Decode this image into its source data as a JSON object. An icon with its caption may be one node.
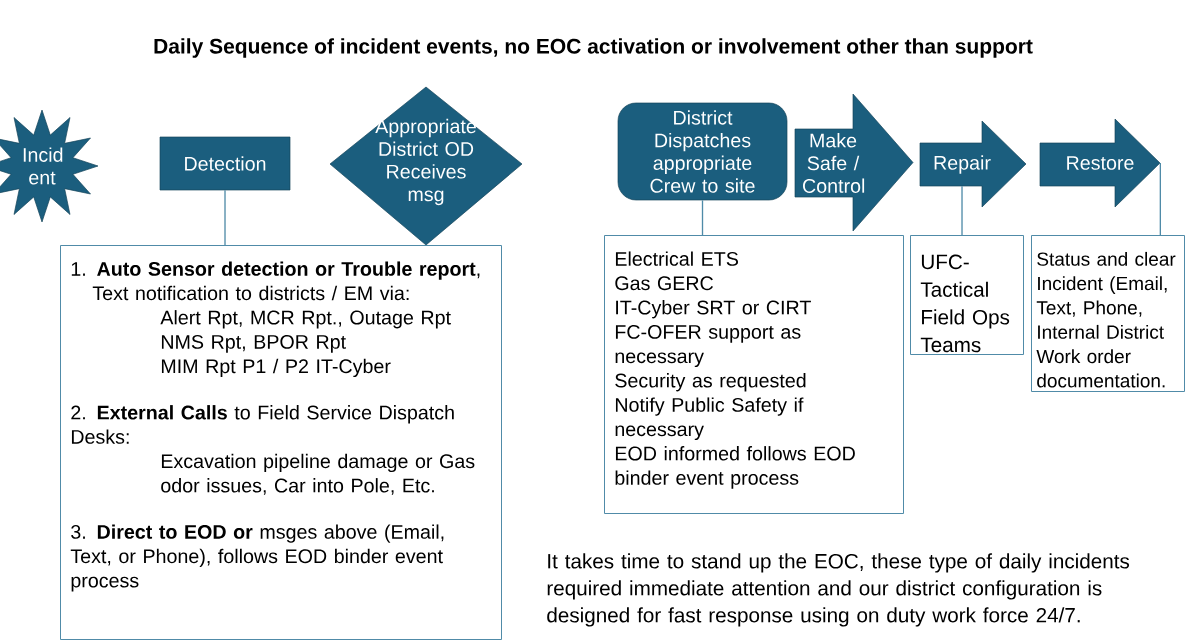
{
  "diagram": {
    "title": "Daily Sequence of incident events, no EOC activation or involvement other than support",
    "nodes": [
      {
        "text": [
          "Incid ent"
        ]
      },
      {
        "text": [
          "Detection"
        ]
      },
      {
        "text": [
          "Appropriate District OD Receives msg"
        ]
      },
      {
        "text": [
          "District Dispatches appropriate Crew to site"
        ]
      },
      {
        "text": [
          "Make Safe / Control"
        ]
      },
      {
        "text": [
          "Repair"
        ]
      },
      {
        "text": [
          "Restore"
        ]
      },
      {
        "text": [
          "1. **Auto Sensor detection or Trouble report**, Text notification to districts / EM via:",
          "Alert Rpt, MCR Rpt., Outage Rpt",
          "NMS Rpt, BPOR Rpt",
          "MIM Rpt P1 / P2 IT-Cyber",
          "2. **External Calls** to Field Service Dispatch Desks:",
          "Excavation pipeline damage or Gas odor issues, Car into Pole, Etc.",
          "3. **Direct to EOD or** msges above (Email, Text, or Phone), follows EOD binder event process"
        ]
      },
      {
        "text": [
          "Electrical ETS",
          "Gas GERC",
          "IT-Cyber SRT or CIRT",
          "FC-OFER support as necessary",
          "Security as requested",
          "Notify Public Safety if necessary",
          "EOD informed follows EOD binder event process"
        ]
      },
      {
        "text": [
          "UFC-Tactical Field Ops Teams"
        ]
      },
      {
        "text": [
          "Status and clear Incident (Email, Text, Phone, Internal District Work order documentation."
        ]
      }
    ],
    "edges": [
      {
        "from": 1,
        "to": 7,
        "arrow": "none"
      },
      {
        "from": 3,
        "to": 8,
        "arrow": "none"
      },
      {
        "from": 5,
        "to": 9,
        "arrow": "none"
      },
      {
        "from": 6,
        "to": 10,
        "arrow": "none"
      }
    ],
    "labels": [
      "It takes time to stand up the EOC, these type of daily incidents required immediate attention and our district configuration is designed for fast response using on duty work force 24/7."
    ]
  }
}
